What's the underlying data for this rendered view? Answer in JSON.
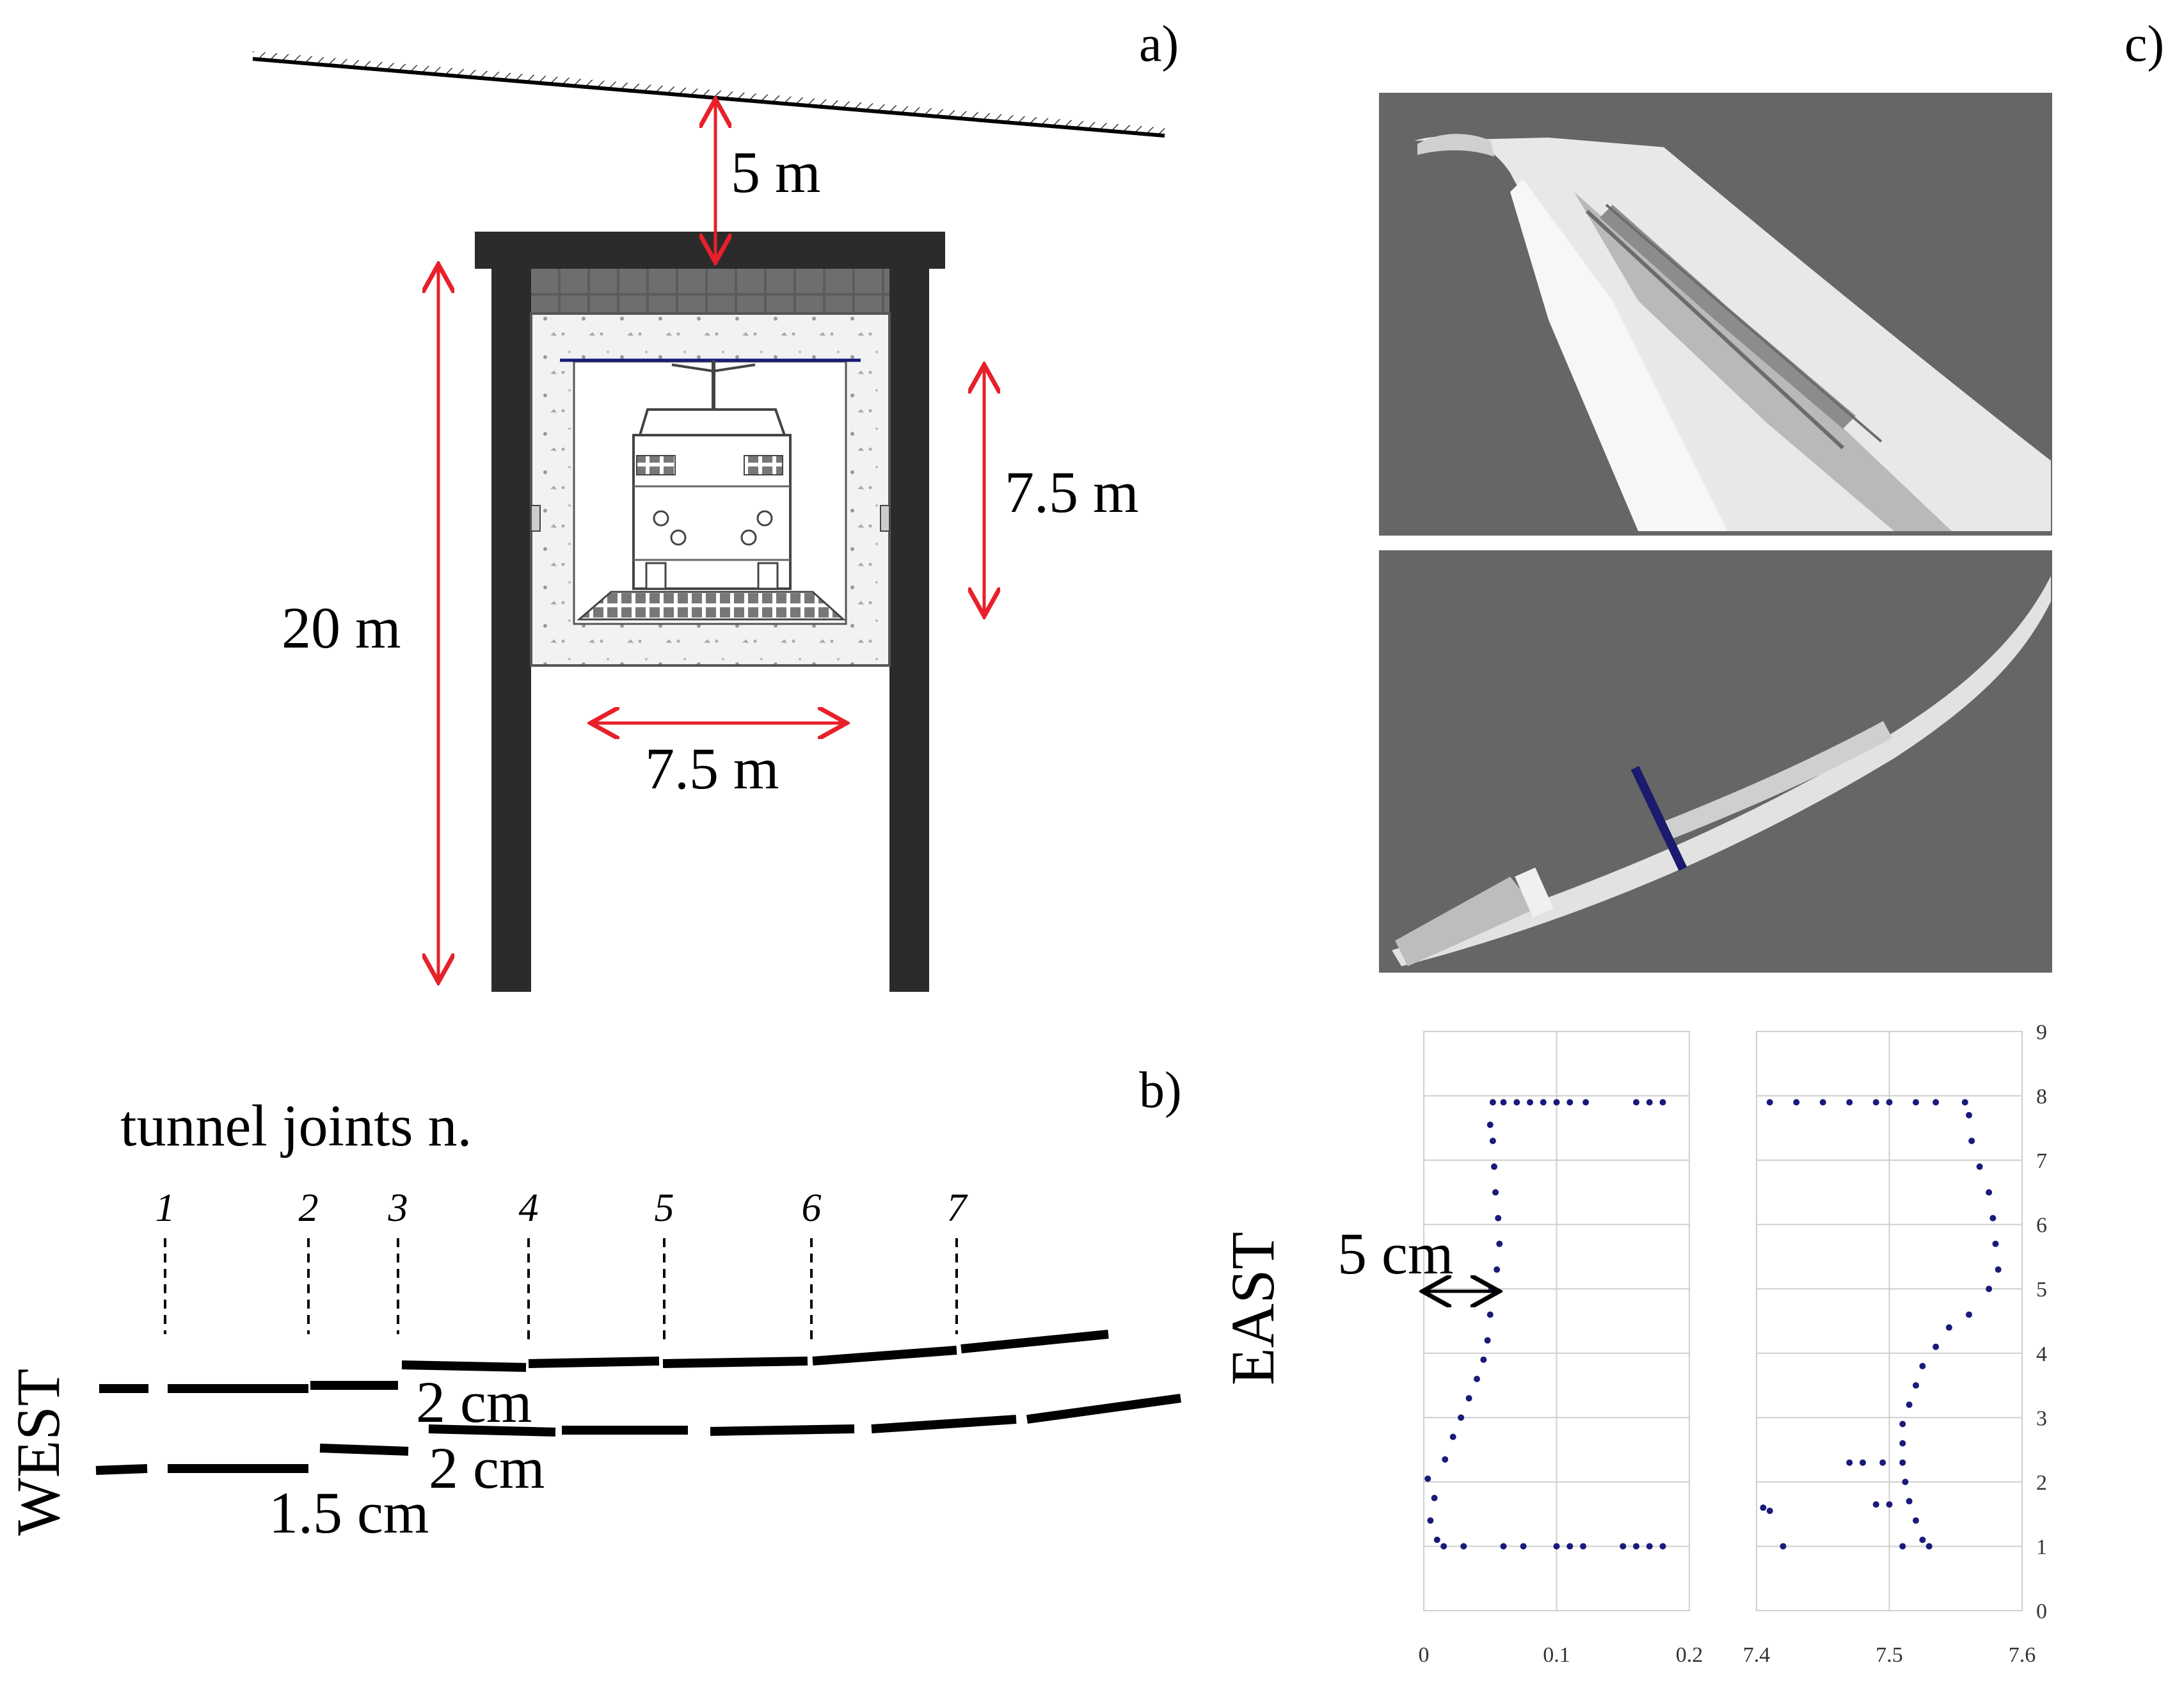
{
  "panel_a": {
    "label": "a)",
    "dimensions": {
      "cover": "5 m",
      "total_height": "20 m",
      "tunnel_height": "7.5 m",
      "tunnel_width": "7.5 m"
    }
  },
  "panel_b": {
    "label": "b)",
    "title": "tunnel joints n.",
    "joints": [
      "1",
      "2",
      "3",
      "4",
      "5",
      "6",
      "7"
    ],
    "west": "WEST",
    "east": "EAST",
    "offsets": {
      "upper": "2 cm",
      "lower_right": "2 cm",
      "lower_left": "1.5 cm"
    }
  },
  "panel_c": {
    "label": "c)",
    "offset_annotation": "5 cm"
  },
  "colors": {
    "dimension_arrow": "#e8202a",
    "profile_points": "#1a1a7a",
    "scan_background": "#666666",
    "section_line": "#1a1a6e"
  },
  "chart_data": [
    {
      "type": "scatter",
      "title": "",
      "xlabel": "",
      "ylabel": "",
      "x_ticks": [
        "0",
        "0.1",
        "0.2"
      ],
      "y_ticks": [
        "0",
        "1",
        "2",
        "3",
        "4",
        "5",
        "6",
        "7",
        "8",
        "9"
      ],
      "xlim": [
        0,
        0.2
      ],
      "ylim": [
        0,
        9
      ],
      "grid": true,
      "points": [
        [
          0.003,
          2.05
        ],
        [
          0.008,
          1.75
        ],
        [
          0.005,
          1.4
        ],
        [
          0.01,
          1.1
        ],
        [
          0.016,
          2.35
        ],
        [
          0.022,
          2.7
        ],
        [
          0.028,
          3.0
        ],
        [
          0.034,
          3.3
        ],
        [
          0.04,
          3.6
        ],
        [
          0.045,
          3.9
        ],
        [
          0.048,
          4.2
        ],
        [
          0.05,
          4.6
        ],
        [
          0.051,
          5.0
        ],
        [
          0.055,
          5.3
        ],
        [
          0.057,
          5.7
        ],
        [
          0.056,
          6.1
        ],
        [
          0.054,
          6.5
        ],
        [
          0.053,
          6.9
        ],
        [
          0.052,
          7.3
        ],
        [
          0.05,
          7.55
        ],
        [
          0.052,
          7.9
        ],
        [
          0.06,
          7.9
        ],
        [
          0.07,
          7.9
        ],
        [
          0.08,
          7.9
        ],
        [
          0.09,
          7.9
        ],
        [
          0.1,
          7.9
        ],
        [
          0.11,
          7.9
        ],
        [
          0.122,
          7.9
        ],
        [
          0.16,
          7.9
        ],
        [
          0.17,
          7.9
        ],
        [
          0.18,
          7.9
        ],
        [
          0.015,
          1.0
        ],
        [
          0.03,
          1.0
        ],
        [
          0.06,
          1.0
        ],
        [
          0.075,
          1.0
        ],
        [
          0.1,
          1.0
        ],
        [
          0.11,
          1.0
        ],
        [
          0.12,
          1.0
        ],
        [
          0.15,
          1.0
        ],
        [
          0.16,
          1.0
        ],
        [
          0.17,
          1.0
        ],
        [
          0.18,
          1.0
        ]
      ]
    },
    {
      "type": "scatter",
      "title": "",
      "xlabel": "",
      "ylabel": "",
      "x_ticks": [
        "7.4",
        "7.5",
        "7.6"
      ],
      "y_ticks": [
        "0",
        "1",
        "2",
        "3",
        "4",
        "5",
        "6",
        "7",
        "8",
        "9"
      ],
      "xlim": [
        7.4,
        7.6
      ],
      "ylim": [
        0,
        9
      ],
      "grid": true,
      "points": [
        [
          7.41,
          7.9
        ],
        [
          7.43,
          7.9
        ],
        [
          7.45,
          7.9
        ],
        [
          7.47,
          7.9
        ],
        [
          7.49,
          7.9
        ],
        [
          7.5,
          7.9
        ],
        [
          7.52,
          7.9
        ],
        [
          7.535,
          7.9
        ],
        [
          7.557,
          7.9
        ],
        [
          7.56,
          7.7
        ],
        [
          7.562,
          7.3
        ],
        [
          7.568,
          6.9
        ],
        [
          7.575,
          6.5
        ],
        [
          7.578,
          6.1
        ],
        [
          7.58,
          5.7
        ],
        [
          7.582,
          5.3
        ],
        [
          7.575,
          5.0
        ],
        [
          7.56,
          4.6
        ],
        [
          7.545,
          4.4
        ],
        [
          7.535,
          4.1
        ],
        [
          7.525,
          3.8
        ],
        [
          7.52,
          3.5
        ],
        [
          7.515,
          3.2
        ],
        [
          7.51,
          2.9
        ],
        [
          7.51,
          2.6
        ],
        [
          7.51,
          2.3
        ],
        [
          7.512,
          2.0
        ],
        [
          7.515,
          1.7
        ],
        [
          7.52,
          1.4
        ],
        [
          7.525,
          1.1
        ],
        [
          7.53,
          1.0
        ],
        [
          7.47,
          2.3
        ],
        [
          7.48,
          2.3
        ],
        [
          7.495,
          2.3
        ],
        [
          7.49,
          1.65
        ],
        [
          7.5,
          1.65
        ],
        [
          7.405,
          1.6
        ],
        [
          7.41,
          1.55
        ],
        [
          7.42,
          1.0
        ],
        [
          7.51,
          1.0
        ]
      ]
    }
  ]
}
